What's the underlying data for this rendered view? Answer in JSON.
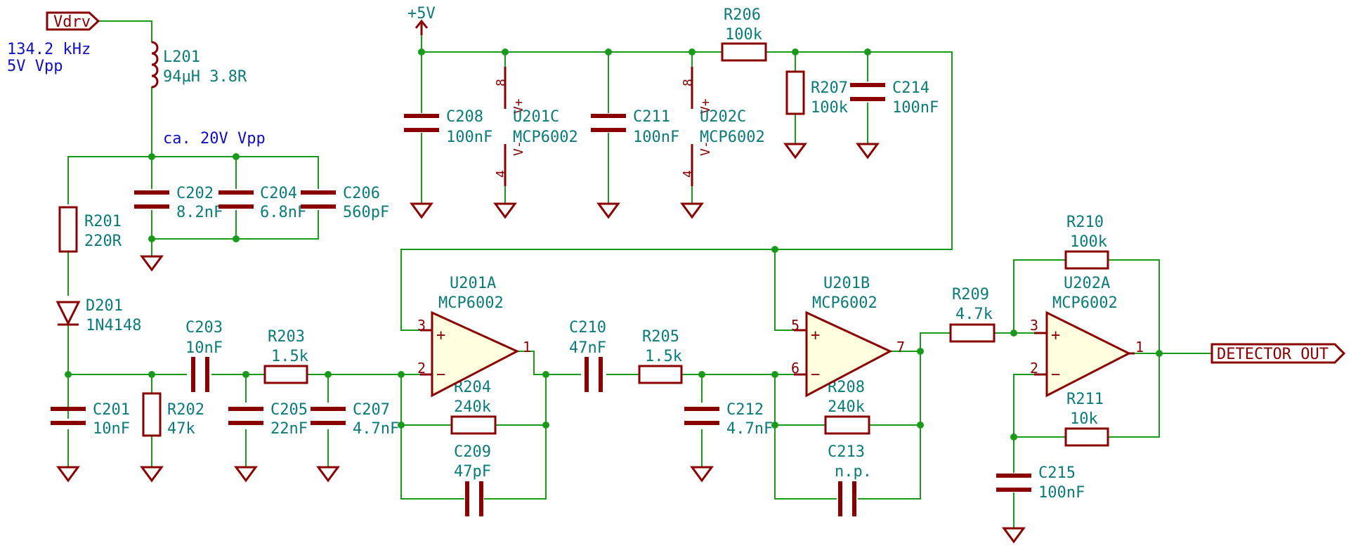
{
  "labels": {
    "vdrv": "Vdrv",
    "out": "DETECTOR_OUT",
    "p5v": "+5V"
  },
  "notes": {
    "freq": "134.2 kHz",
    "vpp": "5V Vpp",
    "ca": "ca. 20V Vpp"
  },
  "components": [
    {
      "ref": "L201",
      "value": "94µH 3.8R"
    },
    {
      "ref": "R201",
      "value": "220R"
    },
    {
      "ref": "D201",
      "value": "1N4148"
    },
    {
      "ref": "C201",
      "value": "10nF"
    },
    {
      "ref": "R202",
      "value": "47k"
    },
    {
      "ref": "C202",
      "value": "8.2nF"
    },
    {
      "ref": "C204",
      "value": "6.8nF"
    },
    {
      "ref": "C206",
      "value": "560pF"
    },
    {
      "ref": "C203",
      "value": "10nF"
    },
    {
      "ref": "R203",
      "value": "1.5k"
    },
    {
      "ref": "C205",
      "value": "22nF"
    },
    {
      "ref": "C207",
      "value": "4.7nF"
    },
    {
      "ref": "U201A",
      "value": "MCP6002"
    },
    {
      "ref": "R204",
      "value": "240k"
    },
    {
      "ref": "C209",
      "value": "47pF"
    },
    {
      "ref": "C210",
      "value": "47nF"
    },
    {
      "ref": "R205",
      "value": "1.5k"
    },
    {
      "ref": "C212",
      "value": "4.7nF"
    },
    {
      "ref": "U201B",
      "value": "MCP6002"
    },
    {
      "ref": "R208",
      "value": "240k"
    },
    {
      "ref": "C213",
      "value": "n.p."
    },
    {
      "ref": "R209",
      "value": "4.7k"
    },
    {
      "ref": "R210",
      "value": "100k"
    },
    {
      "ref": "U202A",
      "value": "MCP6002"
    },
    {
      "ref": "R211",
      "value": "10k"
    },
    {
      "ref": "C215",
      "value": "100nF"
    },
    {
      "ref": "C208",
      "value": "100nF"
    },
    {
      "ref": "U201C",
      "value": "MCP6002"
    },
    {
      "ref": "C211",
      "value": "100nF"
    },
    {
      "ref": "U202C",
      "value": "MCP6002"
    },
    {
      "ref": "R206",
      "value": "100k"
    },
    {
      "ref": "R207",
      "value": "100k"
    },
    {
      "ref": "C214",
      "value": "100nF"
    }
  ],
  "pins": {
    "u201a_in_p": "3",
    "u201a_in_n": "2",
    "u201a_out": "1",
    "u201b_in_p": "5",
    "u201b_in_n": "6",
    "u201b_out": "7",
    "u202a_in_p": "3",
    "u202a_in_n": "2",
    "u202a_out": "1",
    "pwr_pos": "8",
    "pwr_neg": "4",
    "vplus": "V+",
    "vminus": "V-",
    "plus": "+",
    "minus": "−"
  }
}
